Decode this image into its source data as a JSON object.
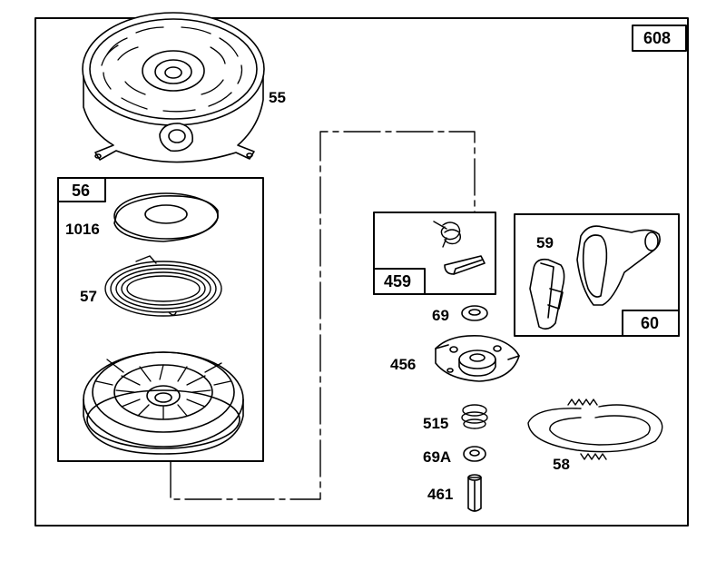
{
  "diagram": {
    "figure_number": "608",
    "parts": {
      "p55": "55",
      "p56": "56",
      "p1016": "1016",
      "p57": "57",
      "p459": "459",
      "p59": "59",
      "p60": "60",
      "p69": "69",
      "p456": "456",
      "p515": "515",
      "p69a": "69A",
      "p58": "58",
      "p461": "461"
    }
  }
}
